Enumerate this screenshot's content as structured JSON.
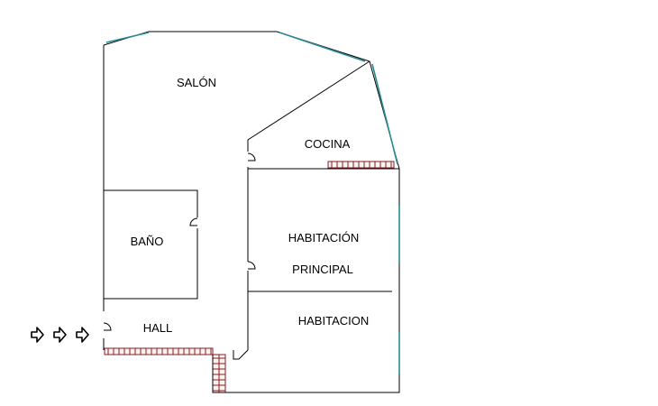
{
  "rooms": {
    "salon": "SALÓN",
    "cocina": "COCINA",
    "bano": "BAÑO",
    "hall": "HALL",
    "habitacion_principal_line1": "HABITACIÓN",
    "habitacion_principal_line2": "PRINCIPAL",
    "habitacion": "HABITACION"
  },
  "colors": {
    "wall": "#000000",
    "window": "#2a8a94",
    "railing": "#8b1c1c"
  },
  "entrance": {
    "arrow_count": 3,
    "icon": "entrance-arrow-icon"
  }
}
